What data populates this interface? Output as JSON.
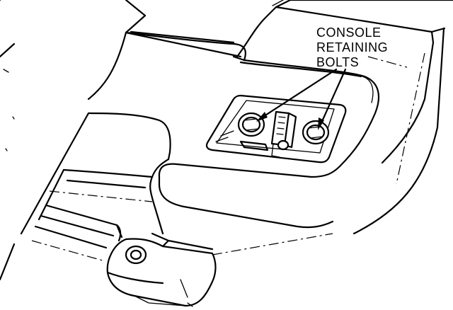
{
  "callout": {
    "line1": "CONSOLE",
    "line2": "RETAINING",
    "line3": "BOLTS"
  },
  "colors": {
    "ink": "#000000",
    "paper": "#ffffff"
  }
}
